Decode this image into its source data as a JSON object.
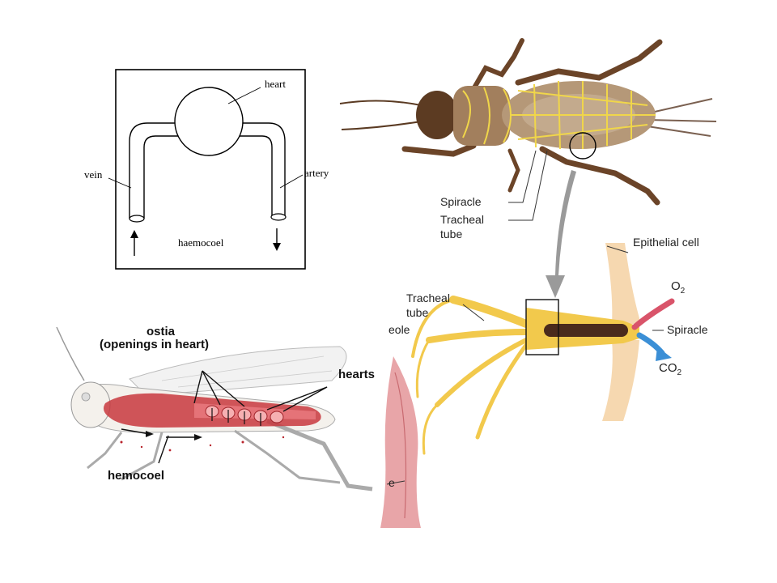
{
  "circulation_schematic": {
    "labels": {
      "heart": "heart",
      "vein": "vein",
      "artery": "artery",
      "haemocoel": "haemocoel"
    }
  },
  "cricket": {
    "labels": {
      "spiracle": "Spiracle",
      "tracheal_tube_line1": "Tracheal",
      "tracheal_tube_line2": "tube"
    }
  },
  "grasshopper": {
    "labels": {
      "ostia_line1": "ostia",
      "ostia_line2": "(openings in heart)",
      "hearts": "hearts",
      "hemocoel": "hemocoel"
    },
    "colors": {
      "hemolymph": "#b8242c"
    }
  },
  "tracheal_detail": {
    "labels": {
      "epithelial_cell": "Epithelial cell",
      "o2": "O",
      "o2_sub": "2",
      "spiracle": "Spiracle",
      "co2": "CO",
      "co2_sub": "2",
      "tracheal_tube_line1": "Tracheal",
      "tracheal_tube_line2": "tube",
      "tracheole_fragment": "eole",
      "muscle_fragment": "e"
    },
    "colors": {
      "trachea": "#f2c94c",
      "o2_arrow": "#d9546a",
      "co2_arrow": "#3b8fd6"
    }
  }
}
